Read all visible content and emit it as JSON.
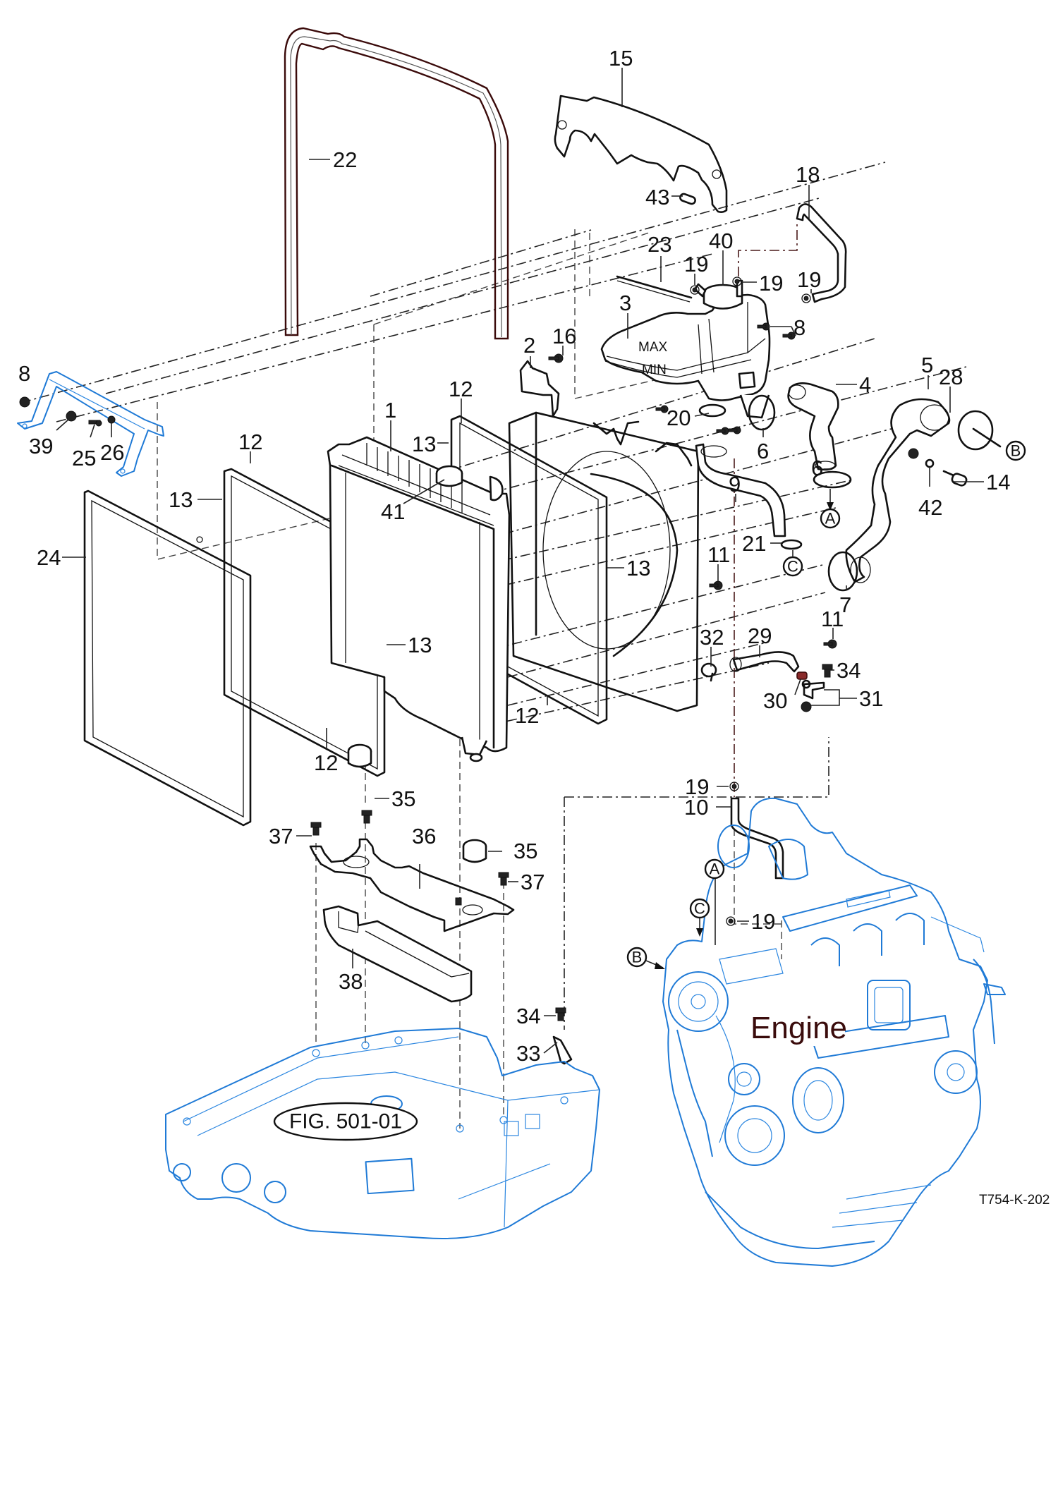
{
  "drawing": {
    "title": "Radiator / Cooling System Exploded View",
    "code": "T754-K-202",
    "engine_label": "Engine",
    "figure_reference": "FIG. 501-01",
    "connection_markers": [
      "A",
      "B",
      "C"
    ],
    "colors": {
      "part_lines": "#111111",
      "reference_lines_blue": "#1f7ad6",
      "gasket_brown": "#3a0a0a",
      "engine_text": "#3a0c0c"
    }
  },
  "callouts": [
    {
      "id": "c15",
      "text": "15",
      "part": "Shroud top bracket"
    },
    {
      "id": "c22",
      "text": "22",
      "part": "Seal / gasket strip"
    },
    {
      "id": "c43",
      "text": "43",
      "part": "Grommet"
    },
    {
      "id": "c18",
      "text": "18",
      "part": "Overflow hose"
    },
    {
      "id": "c23",
      "text": "23",
      "part": "Tube"
    },
    {
      "id": "c19a",
      "text": "19",
      "part": "Hose clamp"
    },
    {
      "id": "c40",
      "text": "40",
      "part": "Filler cap"
    },
    {
      "id": "c19b",
      "text": "19",
      "part": "Hose clamp"
    },
    {
      "id": "c19c",
      "text": "19",
      "part": "Hose clamp"
    },
    {
      "id": "c3",
      "text": "3",
      "part": "Expansion tank"
    },
    {
      "id": "c8a",
      "text": "8",
      "part": "Bolt"
    },
    {
      "id": "c8b",
      "text": "8",
      "part": "Bolt"
    },
    {
      "id": "c2",
      "text": "2",
      "part": "Bracket"
    },
    {
      "id": "c16",
      "text": "16",
      "part": "Bolt"
    },
    {
      "id": "c5",
      "text": "5",
      "part": "Lower radiator hose"
    },
    {
      "id": "c4",
      "text": "4",
      "part": "Upper radiator hose"
    },
    {
      "id": "c28",
      "text": "28",
      "part": "Hose clamp"
    },
    {
      "id": "c12a",
      "text": "12",
      "part": "Seal"
    },
    {
      "id": "c1",
      "text": "1",
      "part": "Radiator"
    },
    {
      "id": "c20",
      "text": "20",
      "part": "O-ring"
    },
    {
      "id": "c6a",
      "text": "6",
      "part": "Hose clamp"
    },
    {
      "id": "c6b",
      "text": "6",
      "part": "Hose clamp"
    },
    {
      "id": "c39",
      "text": "39",
      "part": "Bolt"
    },
    {
      "id": "c25",
      "text": "25",
      "part": "Bolt"
    },
    {
      "id": "c26",
      "text": "26",
      "part": "Washer"
    },
    {
      "id": "c12b",
      "text": "12",
      "part": "Seal"
    },
    {
      "id": "c13a",
      "text": "13",
      "part": "Seal"
    },
    {
      "id": "c13b",
      "text": "13",
      "part": "Seal"
    },
    {
      "id": "c41",
      "text": "41",
      "part": "Radiator cap"
    },
    {
      "id": "c9",
      "text": "9",
      "part": "Hose"
    },
    {
      "id": "c14",
      "text": "14",
      "part": "Drain plug"
    },
    {
      "id": "c42",
      "text": "42",
      "part": "Seal washer"
    },
    {
      "id": "c24",
      "text": "24",
      "part": "Screen"
    },
    {
      "id": "c21",
      "text": "21",
      "part": "O-ring"
    },
    {
      "id": "c13c",
      "text": "13",
      "part": "Seal"
    },
    {
      "id": "c11a",
      "text": "11",
      "part": "Bolt"
    },
    {
      "id": "c7",
      "text": "7",
      "part": "Hose clamp"
    },
    {
      "id": "c13d",
      "text": "13",
      "part": "Seal"
    },
    {
      "id": "c29",
      "text": "29",
      "part": "Hose"
    },
    {
      "id": "c11b",
      "text": "11",
      "part": "Bolt"
    },
    {
      "id": "c32",
      "text": "32",
      "part": "Clip"
    },
    {
      "id": "c34a",
      "text": "34",
      "part": "Bolt"
    },
    {
      "id": "c30",
      "text": "30",
      "part": "Clamp"
    },
    {
      "id": "c31",
      "text": "31",
      "part": "Bracket kit"
    },
    {
      "id": "c12c",
      "text": "12",
      "part": "Seal"
    },
    {
      "id": "c12d",
      "text": "12",
      "part": "Seal"
    },
    {
      "id": "c19d",
      "text": "19",
      "part": "Hose clamp"
    },
    {
      "id": "c10",
      "text": "10",
      "part": "Hose"
    },
    {
      "id": "c35a",
      "text": "35",
      "part": "Rubber mount"
    },
    {
      "id": "c37a",
      "text": "37",
      "part": "Bolt"
    },
    {
      "id": "c36",
      "text": "36",
      "part": "Support plate"
    },
    {
      "id": "c35b",
      "text": "35",
      "part": "Rubber mount"
    },
    {
      "id": "c37b",
      "text": "37",
      "part": "Bolt"
    },
    {
      "id": "c19e",
      "text": "19",
      "part": "Hose clamp"
    },
    {
      "id": "c38",
      "text": "38",
      "part": "Foam block"
    },
    {
      "id": "c34b",
      "text": "34",
      "part": "Bolt"
    },
    {
      "id": "c33",
      "text": "33",
      "part": "Bracket"
    }
  ]
}
